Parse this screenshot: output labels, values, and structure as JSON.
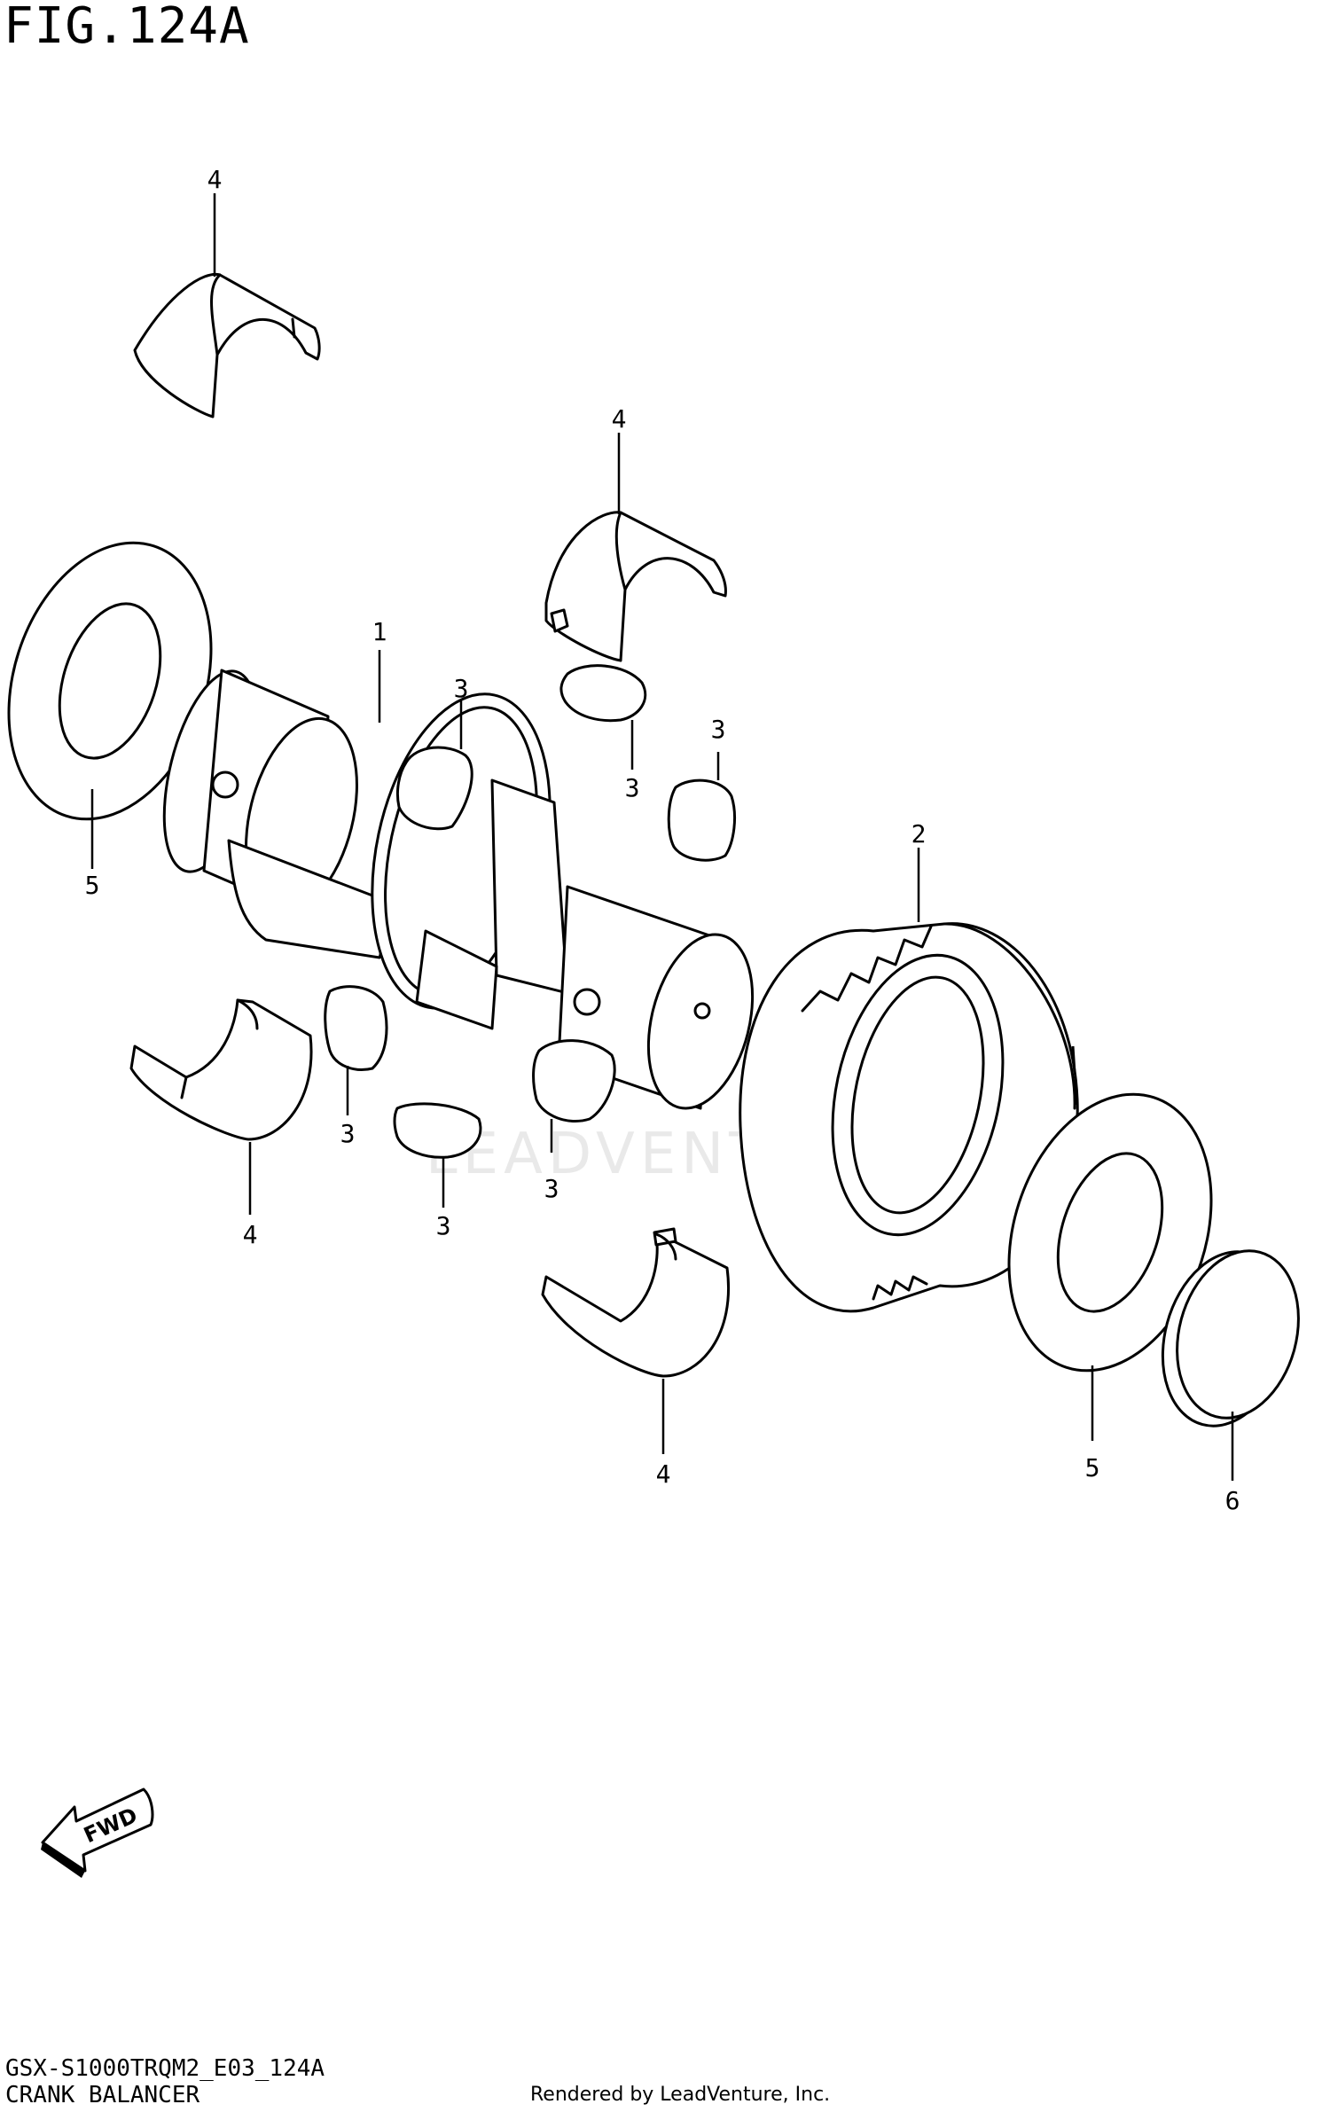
{
  "figure": {
    "title": "FIG.124A",
    "model_code": "GSX-S1000TRQM2_E03_124A",
    "assembly_name": "CRANK BALANCER"
  },
  "callouts": {
    "shaft": "1",
    "gear": "2",
    "weight_a": "3",
    "weight_b": "3",
    "weight_c": "3",
    "weight_d": "3",
    "weight_e": "3",
    "weight_f": "3",
    "bearing_top": "4",
    "bearing_mid": "4",
    "bearing_left": "4",
    "bearing_bottom": "4",
    "washer_left": "5",
    "washer_right": "5",
    "cap": "6"
  },
  "fwd_label": "FWD",
  "watermark": "LEADVENTURE",
  "credit": "Rendered by LeadVenture, Inc.",
  "colors": {
    "line": "#000000",
    "background": "#ffffff",
    "watermark": "#d8d8d8"
  }
}
